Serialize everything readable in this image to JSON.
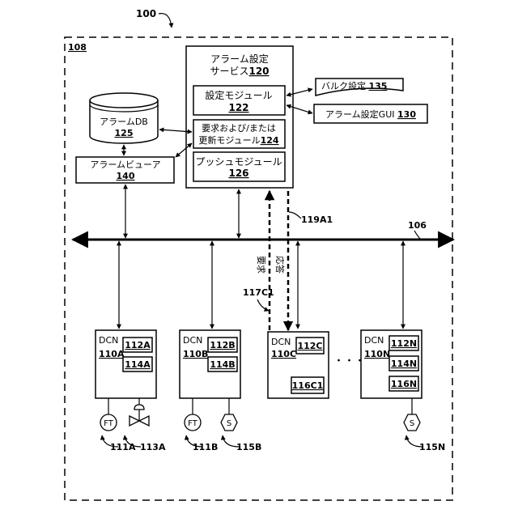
{
  "figure": {
    "ref_100": "100",
    "ref_108": "108",
    "bus": "106",
    "arrow_119": "119A1",
    "arrow_117": "117C1",
    "request_label": "要求",
    "response_label": "応答",
    "ellipsis": "・・・"
  },
  "service": {
    "title_line1": "アラーム設定",
    "title_line2": "サービス",
    "ref": "120",
    "setting_module": "設定モジュール",
    "setting_module_ref": "122",
    "request_module_line1": "要求および/または",
    "request_module_line2": "更新モジュール",
    "request_module_ref": "124",
    "push_module": "プッシュモジュール",
    "push_module_ref": "126"
  },
  "external": {
    "bulk_label": "バルク設定",
    "bulk_ref": "135",
    "gui_label": "アラーム設定GUI",
    "gui_ref": "130"
  },
  "db": {
    "label": "アラームDB",
    "ref": "125"
  },
  "viewer": {
    "label": "アラームビューア",
    "ref": "140"
  },
  "dcns": [
    {
      "label": "DCN",
      "ref": "110A",
      "modules": [
        "112A",
        "114A"
      ]
    },
    {
      "label": "DCN",
      "ref": "110B",
      "modules": [
        "112B",
        "114B"
      ]
    },
    {
      "label": "DCN",
      "ref": "110C",
      "modules": [
        "112C",
        "116C1"
      ]
    },
    {
      "label": "DCN",
      "ref": "110N",
      "modules": [
        "112N",
        "114N",
        "116N"
      ]
    }
  ],
  "devices": [
    {
      "symbol": "FT",
      "ref": "111A"
    },
    {
      "symbol": "valve",
      "ref": "113A"
    },
    {
      "symbol": "FT",
      "ref": "111B"
    },
    {
      "symbol": "S",
      "ref": "115B"
    },
    {
      "symbol": "S",
      "ref": "115N"
    }
  ]
}
